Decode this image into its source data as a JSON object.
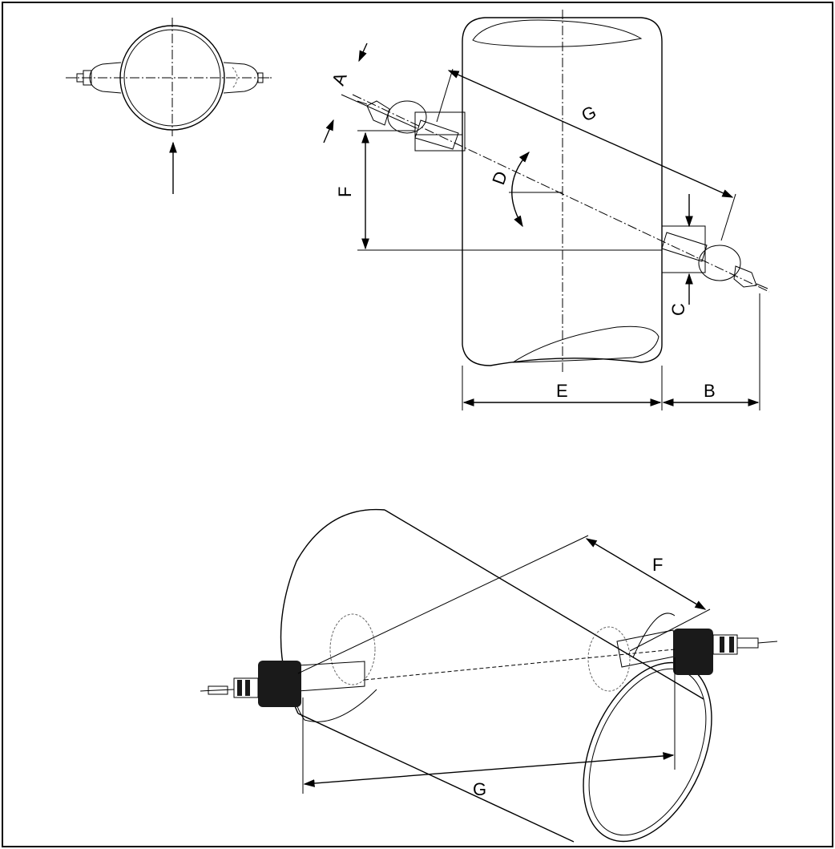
{
  "labels": {
    "A": "A",
    "B": "B",
    "C": "C",
    "D": "D",
    "E": "E",
    "F": "F",
    "G": "G",
    "F_bottom": "F",
    "G_bottom": "G"
  },
  "colors": {
    "line": "#000000",
    "background": "#ffffff",
    "sensor_body": "#1a1a1a"
  }
}
